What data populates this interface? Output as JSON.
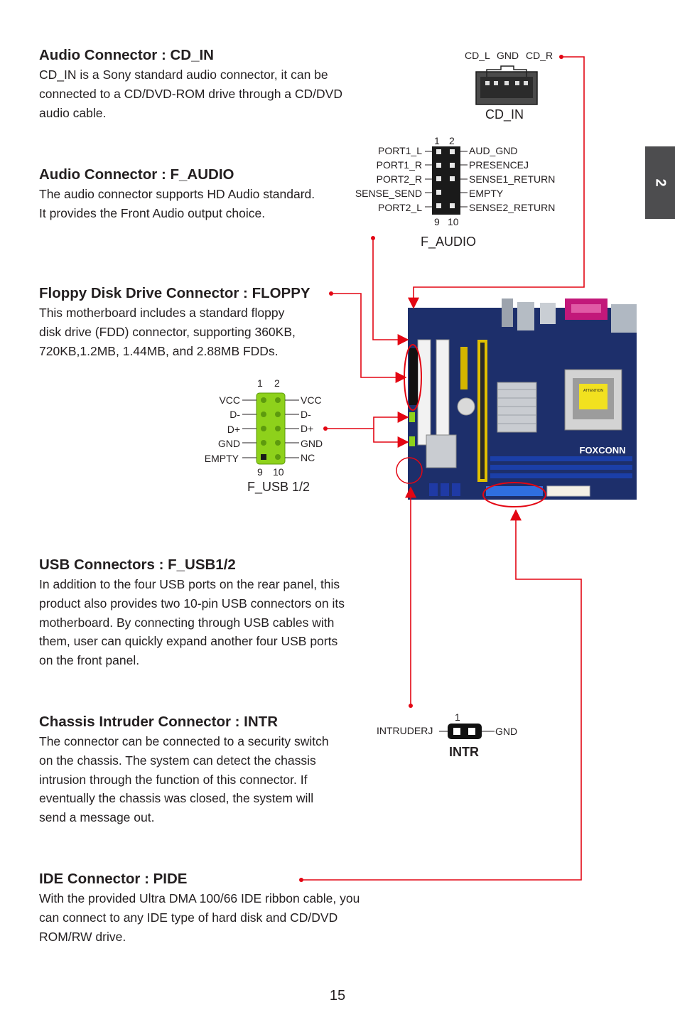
{
  "chapter_tab": "2",
  "page_number": "15",
  "sections": {
    "cd_in": {
      "title": "Audio Connector : CD_IN",
      "lines": [
        "CD_IN is a Sony standard audio connector, it can be",
        "connected to a CD/DVD-ROM drive through a CD/DVD",
        "audio cable."
      ]
    },
    "f_audio": {
      "title": "Audio Connector : F_AUDIO",
      "lines": [
        "The audio connector supports HD Audio standard.",
        "It provides the Front Audio output choice."
      ]
    },
    "floppy": {
      "title": "Floppy Disk Drive Connector : FLOPPY",
      "lines": [
        "This motherboard includes a standard floppy",
        "disk drive (FDD) connector,  supporting 360KB,",
        "720KB,1.2MB, 1.44MB, and 2.88MB FDDs."
      ]
    },
    "usb": {
      "title": "USB Connectors : F_USB1/2",
      "lines": [
        "In addition to the four USB ports on the rear panel, this",
        "product also provides two 10-pin USB connectors on its",
        "motherboard. By connecting through USB cables with",
        "them, user can quickly expand another four USB ports",
        "on the front panel."
      ]
    },
    "intr": {
      "title": "Chassis Intruder Connector : INTR",
      "lines": [
        "The connector can be connected to a security switch",
        "on the chassis. The system can detect the chassis",
        "intrusion through the function of this connector. If",
        "eventually the chassis was closed, the system will",
        "send a message out."
      ]
    },
    "pide": {
      "title": "IDE Connector : PIDE",
      "lines": [
        "With the provided Ultra DMA 100/66 IDE ribbon cable, you",
        "can connect to any IDE type of hard disk and CD/DVD",
        "ROM/RW drive."
      ]
    }
  },
  "diagrams": {
    "cd_in": {
      "pins": [
        "CD_L",
        "GND",
        "CD_R"
      ],
      "caption": "CD_IN"
    },
    "f_audio": {
      "pin_top": [
        "1",
        "2"
      ],
      "pin_bottom": [
        "9",
        "10"
      ],
      "left": [
        "PORT1_L",
        "PORT1_R",
        "PORT2_R",
        "SENSE_SEND",
        "PORT2_L"
      ],
      "right": [
        "AUD_GND",
        "PRESENCEJ",
        "SENSE1_RETURN",
        "EMPTY",
        "SENSE2_RETURN"
      ],
      "caption": "F_AUDIO"
    },
    "f_usb": {
      "pin_top": [
        "1",
        "2"
      ],
      "pin_bottom": [
        "9",
        "10"
      ],
      "left": [
        "VCC",
        "D-",
        "D+",
        "GND",
        "EMPTY"
      ],
      "right": [
        "VCC",
        "D-",
        "D+",
        "GND",
        "NC"
      ],
      "caption": "F_USB 1/2"
    },
    "intr": {
      "pin1": "1",
      "left": "INTRUDERJ",
      "right": "GND",
      "caption": "INTR"
    }
  },
  "board": {
    "brand": "FOXCONN",
    "sticker": "ATTENTION"
  },
  "colors": {
    "callout": "#e30613",
    "board": "#1d2f6b",
    "usb_header": "#8ed11b",
    "tab": "#4d4d4f"
  }
}
